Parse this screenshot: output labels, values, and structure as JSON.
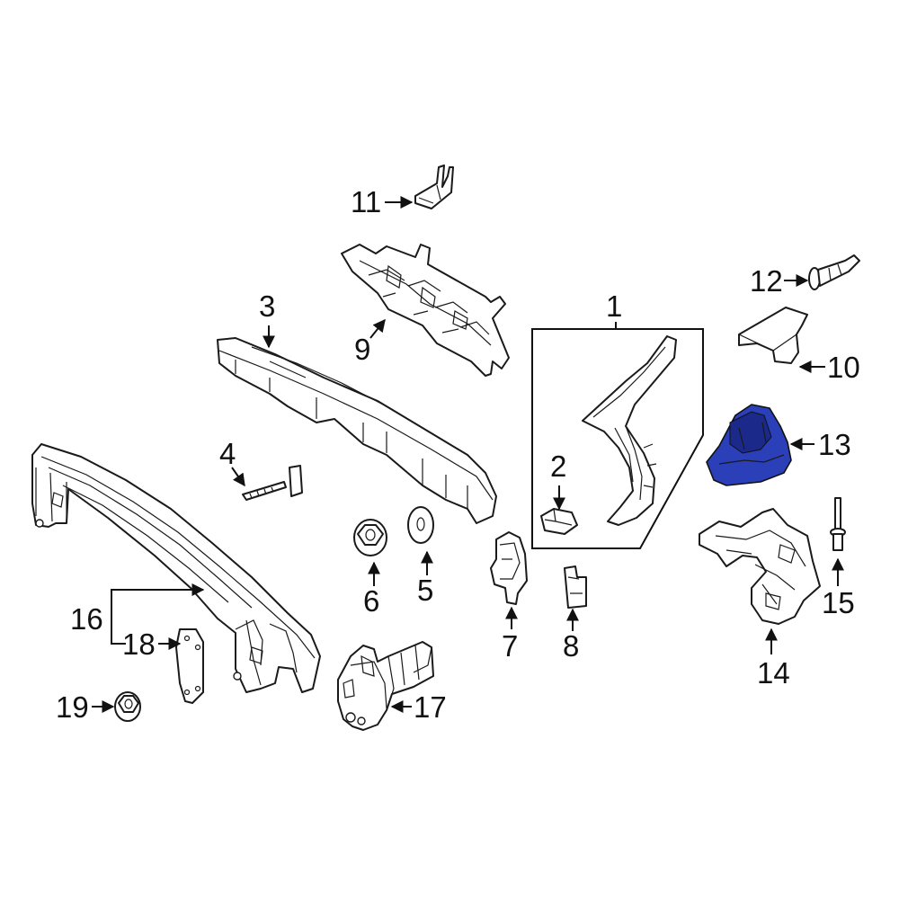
{
  "callouts": {
    "c1": "1",
    "c2": "2",
    "c3": "3",
    "c4": "4",
    "c5": "5",
    "c6": "6",
    "c7": "7",
    "c8": "8",
    "c9": "9",
    "c10": "10",
    "c11": "11",
    "c12": "12",
    "c13": "13",
    "c14": "14",
    "c15": "15",
    "c16": "16",
    "c17": "17",
    "c18": "18",
    "c19": "19"
  },
  "highlight": {
    "part": "13",
    "color": "#2a3fb8",
    "shade": "#1b2a8a"
  },
  "line_color": "#1a1a1a"
}
